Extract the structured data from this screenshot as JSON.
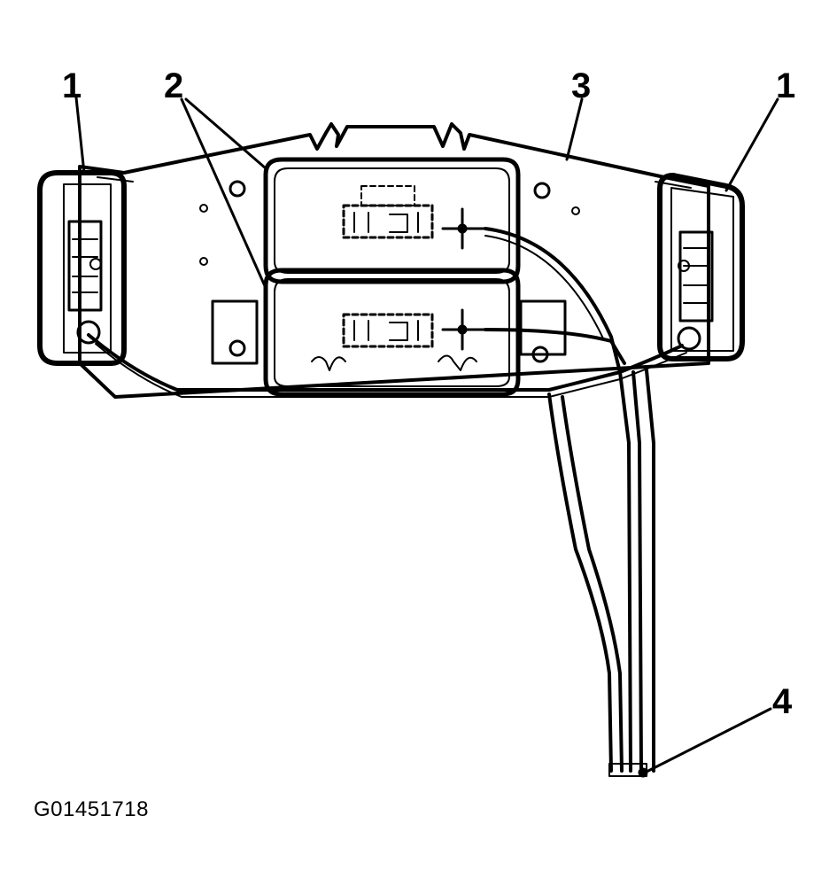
{
  "callouts": [
    {
      "id": "callout-1-left",
      "label": "1"
    },
    {
      "id": "callout-2",
      "label": "2"
    },
    {
      "id": "callout-3",
      "label": "3"
    },
    {
      "id": "callout-1-right",
      "label": "1"
    },
    {
      "id": "callout-4",
      "label": "4"
    }
  ],
  "figure_id": "G01451718"
}
